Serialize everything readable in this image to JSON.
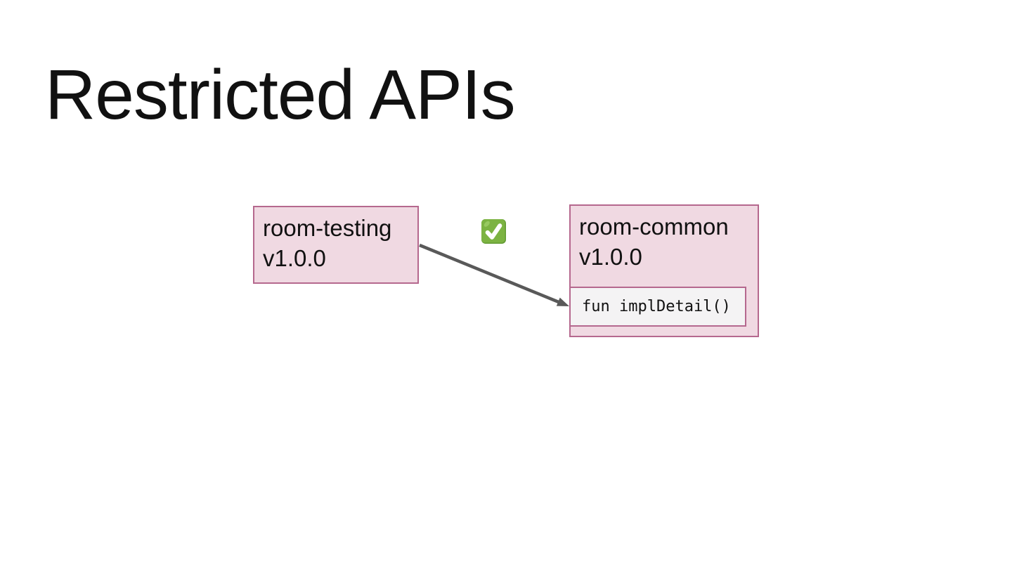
{
  "slide": {
    "title": "Restricted APIs",
    "background": "#ffffff",
    "colors": {
      "module_fill": "#f0d9e2",
      "module_border": "#b5688e",
      "member_fill": "#f4f3f4",
      "arrow": "#595959",
      "check_green": "#7cb342",
      "check_green_dark": "#649c35",
      "check_highlight": "#9ccc65",
      "text": "#111111"
    },
    "diagram": {
      "source_module": {
        "name": "room-testing",
        "version": "v1.0.0"
      },
      "dependency_status": {
        "icon": "check-mark-emoji",
        "char": "✅"
      },
      "target_module": {
        "name": "room-common",
        "version": "v1.0.0",
        "member_signature": "fun implDetail()"
      }
    }
  }
}
